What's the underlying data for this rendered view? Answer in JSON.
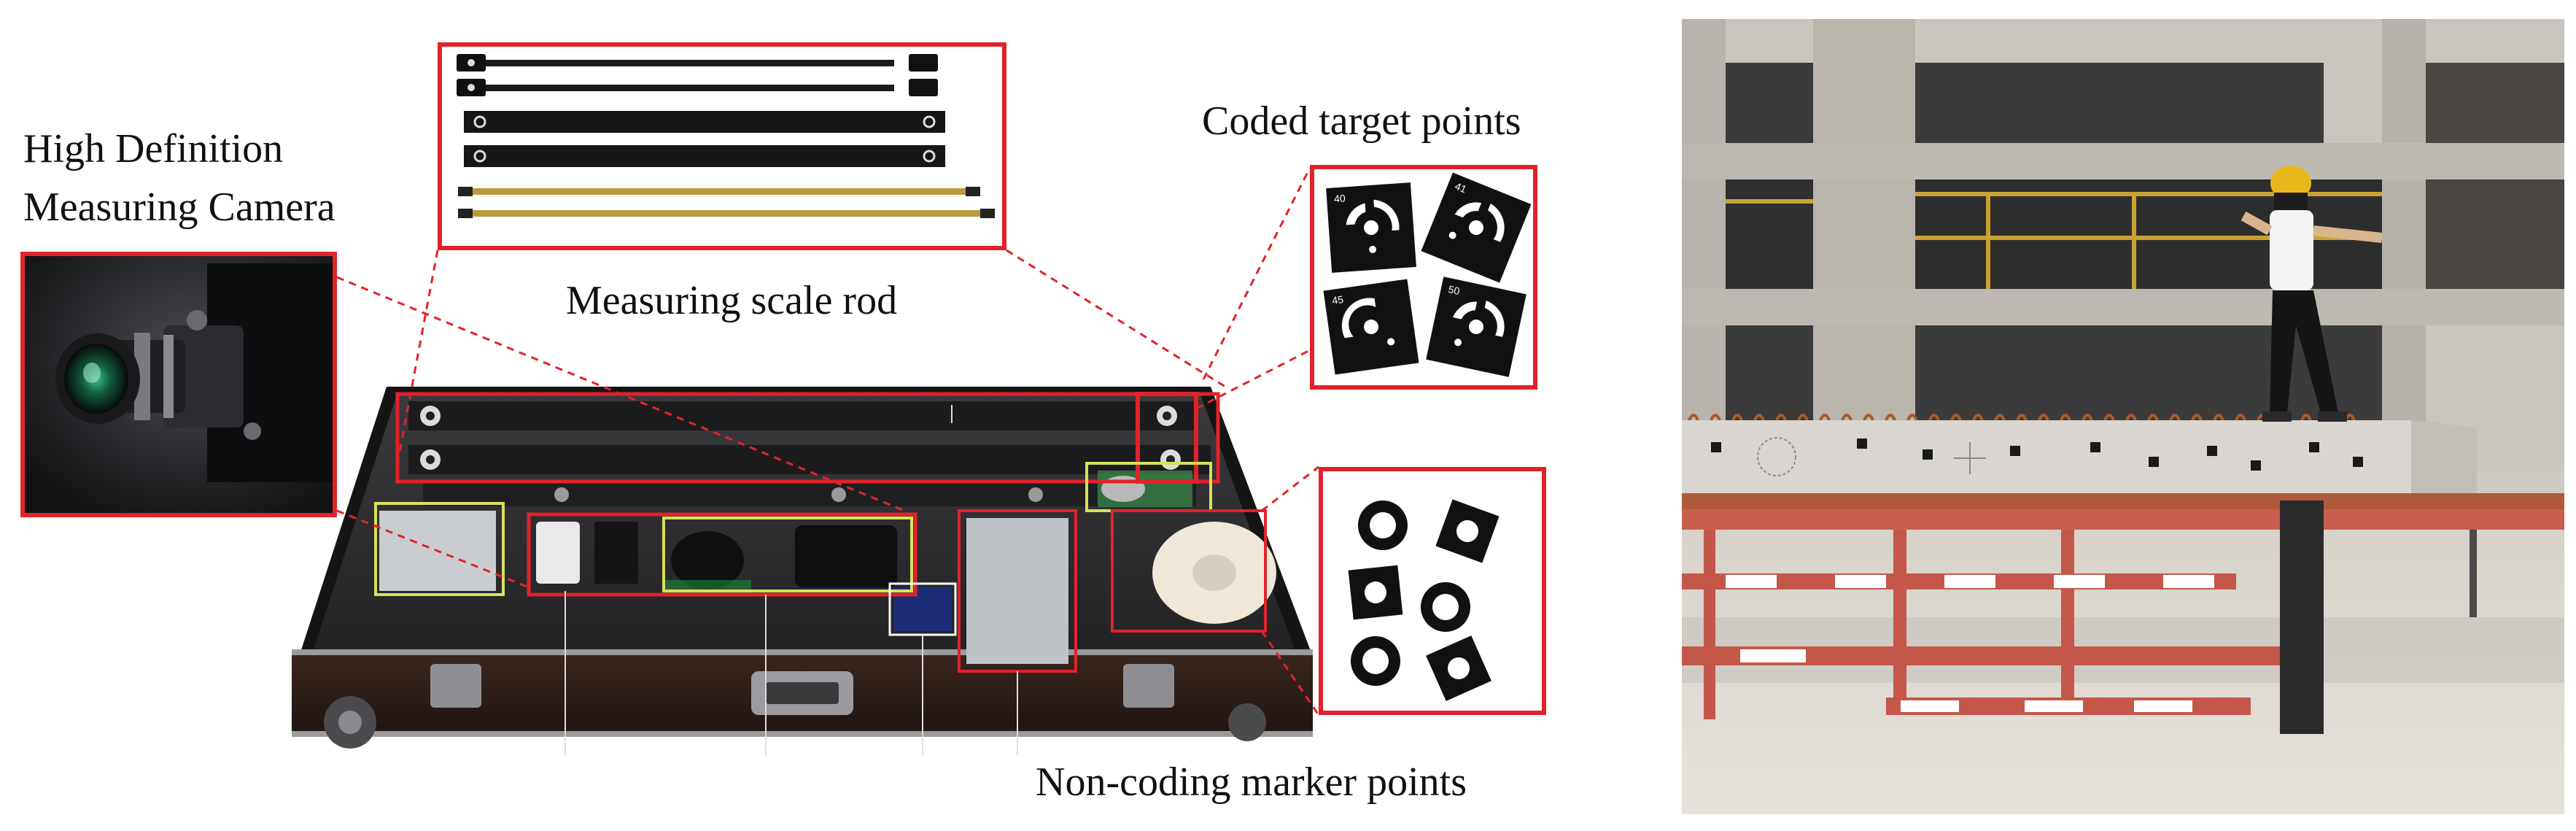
{
  "labels": {
    "camera_line1": "High Definition",
    "camera_line2": "Measuring Camera",
    "scale_rod": "Measuring scale rod",
    "coded_targets": "Coded target points",
    "non_coding": "Non-coding marker points"
  },
  "coded_target_ids": [
    "40",
    "41",
    "45",
    "50"
  ],
  "colors": {
    "callout_red": "#e0232b",
    "yellow_highlight": "#d8e05a",
    "case_foam": "#2b2b2d",
    "case_frame": "#2a1b16"
  }
}
